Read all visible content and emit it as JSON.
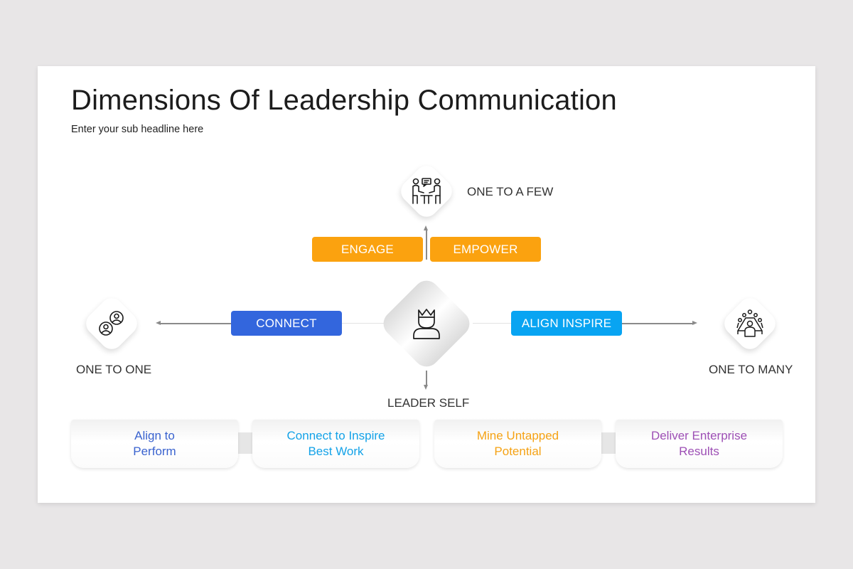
{
  "slide": {
    "title": "Dimensions Of Leadership Communication",
    "subtitle": "Enter your sub headline here"
  },
  "nodes": {
    "top": {
      "label": "ONE TO A FEW",
      "icon": "meeting-conversation-icon"
    },
    "left": {
      "label": "ONE TO ONE",
      "icon": "two-users-icon"
    },
    "right": {
      "label": "ONE TO MANY",
      "icon": "conference-table-icon"
    },
    "center": {
      "label": "LEADER SELF",
      "icon": "crowned-person-icon"
    }
  },
  "pills": {
    "engage": {
      "label": "ENGAGE",
      "color": "#fba20f"
    },
    "empower": {
      "label": "EMPOWER",
      "color": "#fba20f"
    },
    "connect": {
      "label": "CONNECT",
      "color": "#3366dd"
    },
    "align_inspire": {
      "label": "ALIGN INSPIRE",
      "color": "#08a4f2"
    }
  },
  "cards": [
    {
      "line1": "Align to",
      "line2": "Perform",
      "color": "#3a63cf"
    },
    {
      "line1": "Connect to Inspire",
      "line2": "Best Work",
      "color": "#13a2e8"
    },
    {
      "line1": "Mine Untapped",
      "line2": "Potential",
      "color": "#f5a214"
    },
    {
      "line1": "Deliver Enterprise",
      "line2": "Results",
      "color": "#9d4fb5"
    }
  ]
}
